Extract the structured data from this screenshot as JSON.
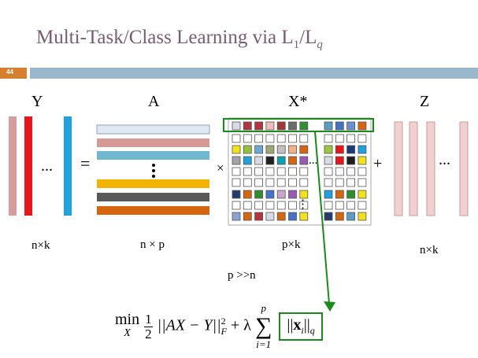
{
  "slide": {
    "title_main": "Multi-Task/Class Learning via L",
    "title_sub1": "1",
    "title_sep": "/L",
    "title_subq": "q",
    "number": "44"
  },
  "matrices": {
    "y_label": "Y",
    "a_label": "A",
    "x_label": "X*",
    "z_label": "Z",
    "y_dim": "n×k",
    "a_dim": "n × p",
    "x_dim": "p×k",
    "z_dim": "n×k",
    "relation": "p >>n"
  },
  "operators": {
    "equals": "=",
    "times": "×",
    "plus": "+",
    "hdots": "...",
    "vdots": "⋮"
  },
  "formula": {
    "min": "min",
    "min_sub": "X",
    "half_num": "1",
    "half_den": "2",
    "loss": "||AX − Y||",
    "loss_sup": "2",
    "loss_sub": "F",
    "plus_lambda": "+ λ",
    "sum_upper": "p",
    "sum_lower": "i=1",
    "sum_symbol": "∑",
    "norm_open": "||",
    "norm_var": "x",
    "norm_var_sub": "i",
    "norm_close": "||",
    "norm_sub": "q"
  },
  "colors": {
    "highlight": "#1a8a1a",
    "y_bars": [
      "#d79c9c",
      "#e8161b",
      "#1ea1dd"
    ],
    "a_rows": [
      "#dfe8f3",
      "#d59a95",
      "#6fb8d0",
      "#f2b400",
      "#595959",
      "#d6650f"
    ],
    "z_fill": "#f1d0d0",
    "z_stroke": "#c99"
  },
  "x_grid": {
    "left_rows": [
      [
        "#d8dbe6",
        "#b2343e",
        "#b2343e",
        "#f0bcbc",
        "#a33838",
        "#6c6c6c",
        "#2f8f2f"
      ],
      [
        "#ffffff",
        "#ffffff",
        "#ffffff",
        "#ffffff",
        "#ffffff",
        "#ffffff",
        "#ffffff"
      ],
      [
        "#f2e21b",
        "#94c13b",
        "#6ba9d4",
        "#9da775",
        "#c0c0c0",
        "#f4b183",
        "#d6650f"
      ],
      [
        "#a4a4a4",
        "#1ea1dd",
        "#d8dbe6",
        "#1f1f1f",
        "#0aa0b0",
        "#d6650f",
        "#9b59b6"
      ],
      [
        "#ffffff",
        "#ffffff",
        "#ffffff",
        "#ffffff",
        "#ffffff",
        "#ffffff",
        "#ffffff"
      ],
      [
        "#ffffff",
        "#ffffff",
        "#ffffff",
        "#ffffff",
        "#ffffff",
        "#ffffff",
        "#ffffff"
      ],
      [
        "#243b6b",
        "#d6650f",
        "#2f8f2f",
        "#4472c4",
        "#c9a5c9",
        "#9b59b6",
        "#f2e21b"
      ],
      [
        "#ffffff",
        "#ffffff",
        "#ffffff",
        "#ffffff",
        "#ffffff",
        "#ffffff",
        "#ffffff"
      ],
      [
        "#8fa3d3",
        "#d6650f",
        "#b2343e",
        "#d8dbe6",
        "#d6650f",
        "#4472c4",
        "#f2e21b"
      ]
    ],
    "right_rows": [
      [
        "#5b9bc4",
        "#4472c4",
        "#6b8fd4",
        "#d6650f"
      ],
      [
        "#ffffff",
        "#ffffff",
        "#ffffff",
        "#ffffff"
      ],
      [
        "#9cc63c",
        "#e8161b",
        "#1a3a7a",
        "#1ea1dd"
      ],
      [
        "#d8dbe6",
        "#e8161b",
        "#1f1f1f",
        "#f2e21b"
      ],
      [
        "#ffffff",
        "#ffffff",
        "#ffffff",
        "#ffffff"
      ],
      [
        "#ffffff",
        "#ffffff",
        "#ffffff",
        "#ffffff"
      ],
      [
        "#1ea1dd",
        "#d6650f",
        "#2f8f2f",
        "#f2e21b"
      ],
      [
        "#ffffff",
        "#ffffff",
        "#ffffff",
        "#ffffff"
      ],
      [
        "#243b6b",
        "#d6650f",
        "#5b9bc4",
        "#f2e21b"
      ]
    ]
  }
}
